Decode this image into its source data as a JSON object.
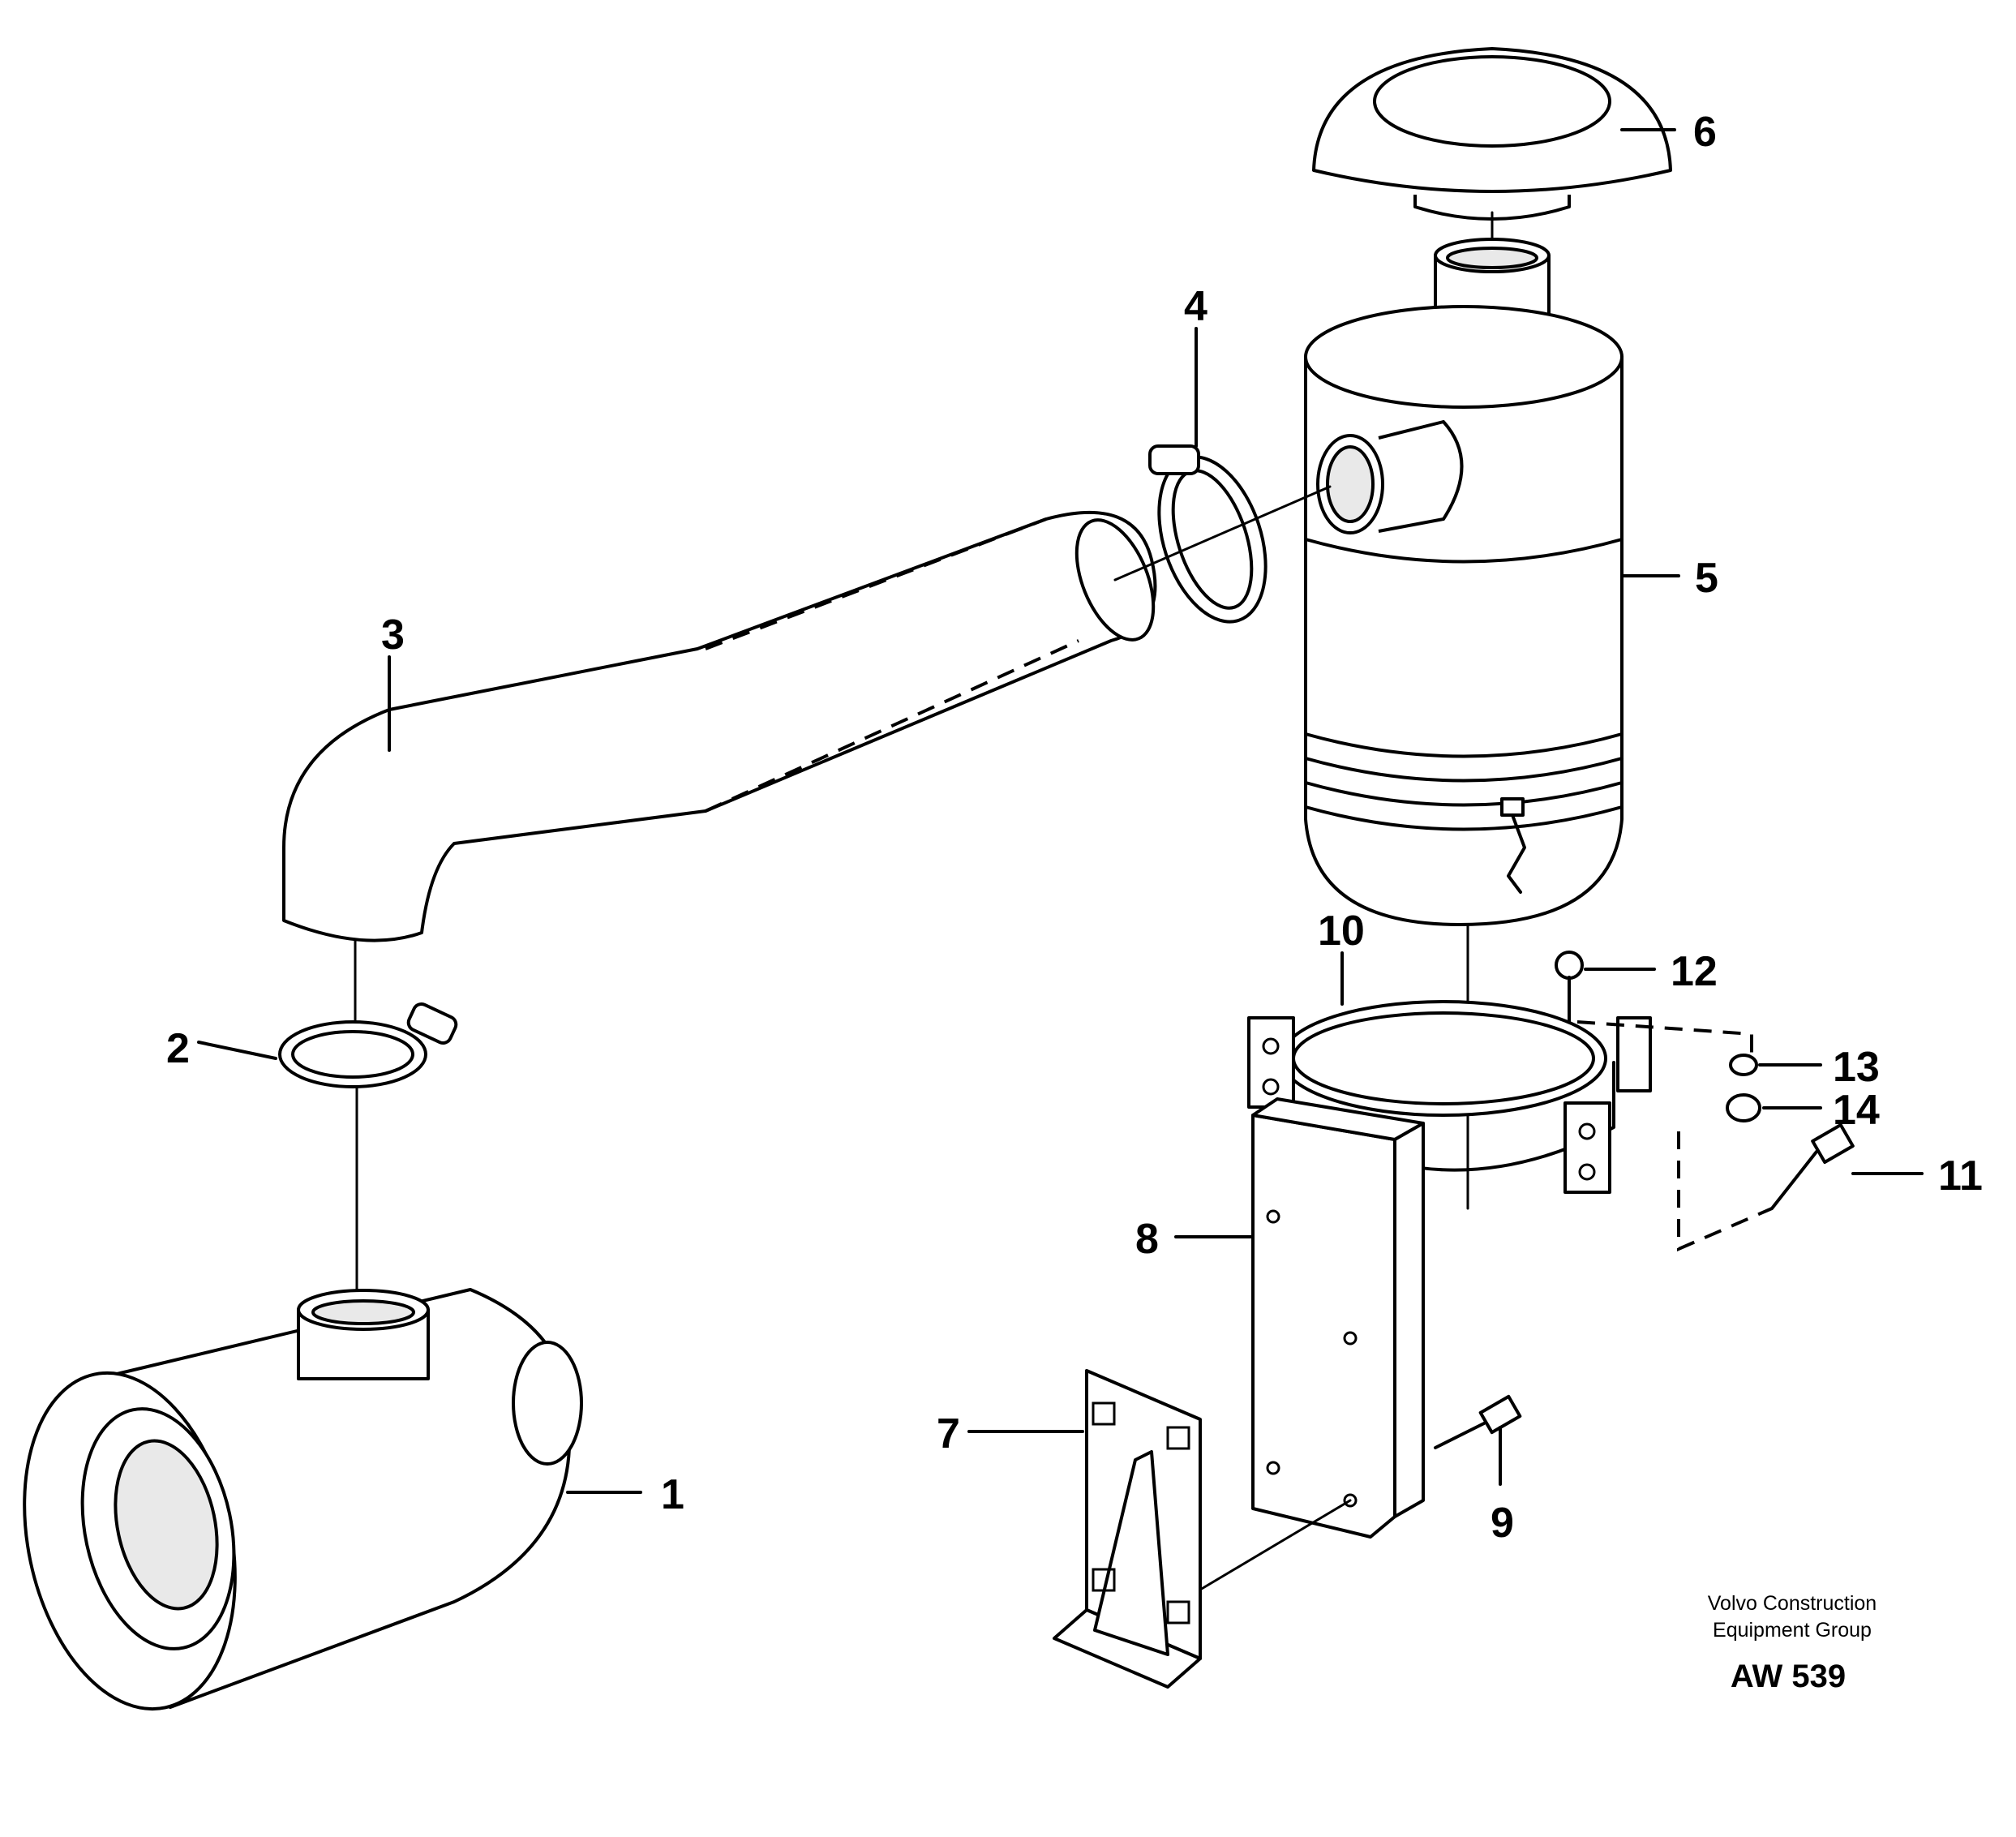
{
  "diagram": {
    "callouts": {
      "c1": "1",
      "c2": "2",
      "c3": "3",
      "c4": "4",
      "c5": "5",
      "c6": "6",
      "c7": "7",
      "c8": "8",
      "c9": "9",
      "c10": "10",
      "c11": "11",
      "c12": "12",
      "c13": "13",
      "c14": "14"
    },
    "footer": {
      "line1": "Volvo Construction",
      "line2": "Equipment Group",
      "code": "AW 539"
    }
  }
}
